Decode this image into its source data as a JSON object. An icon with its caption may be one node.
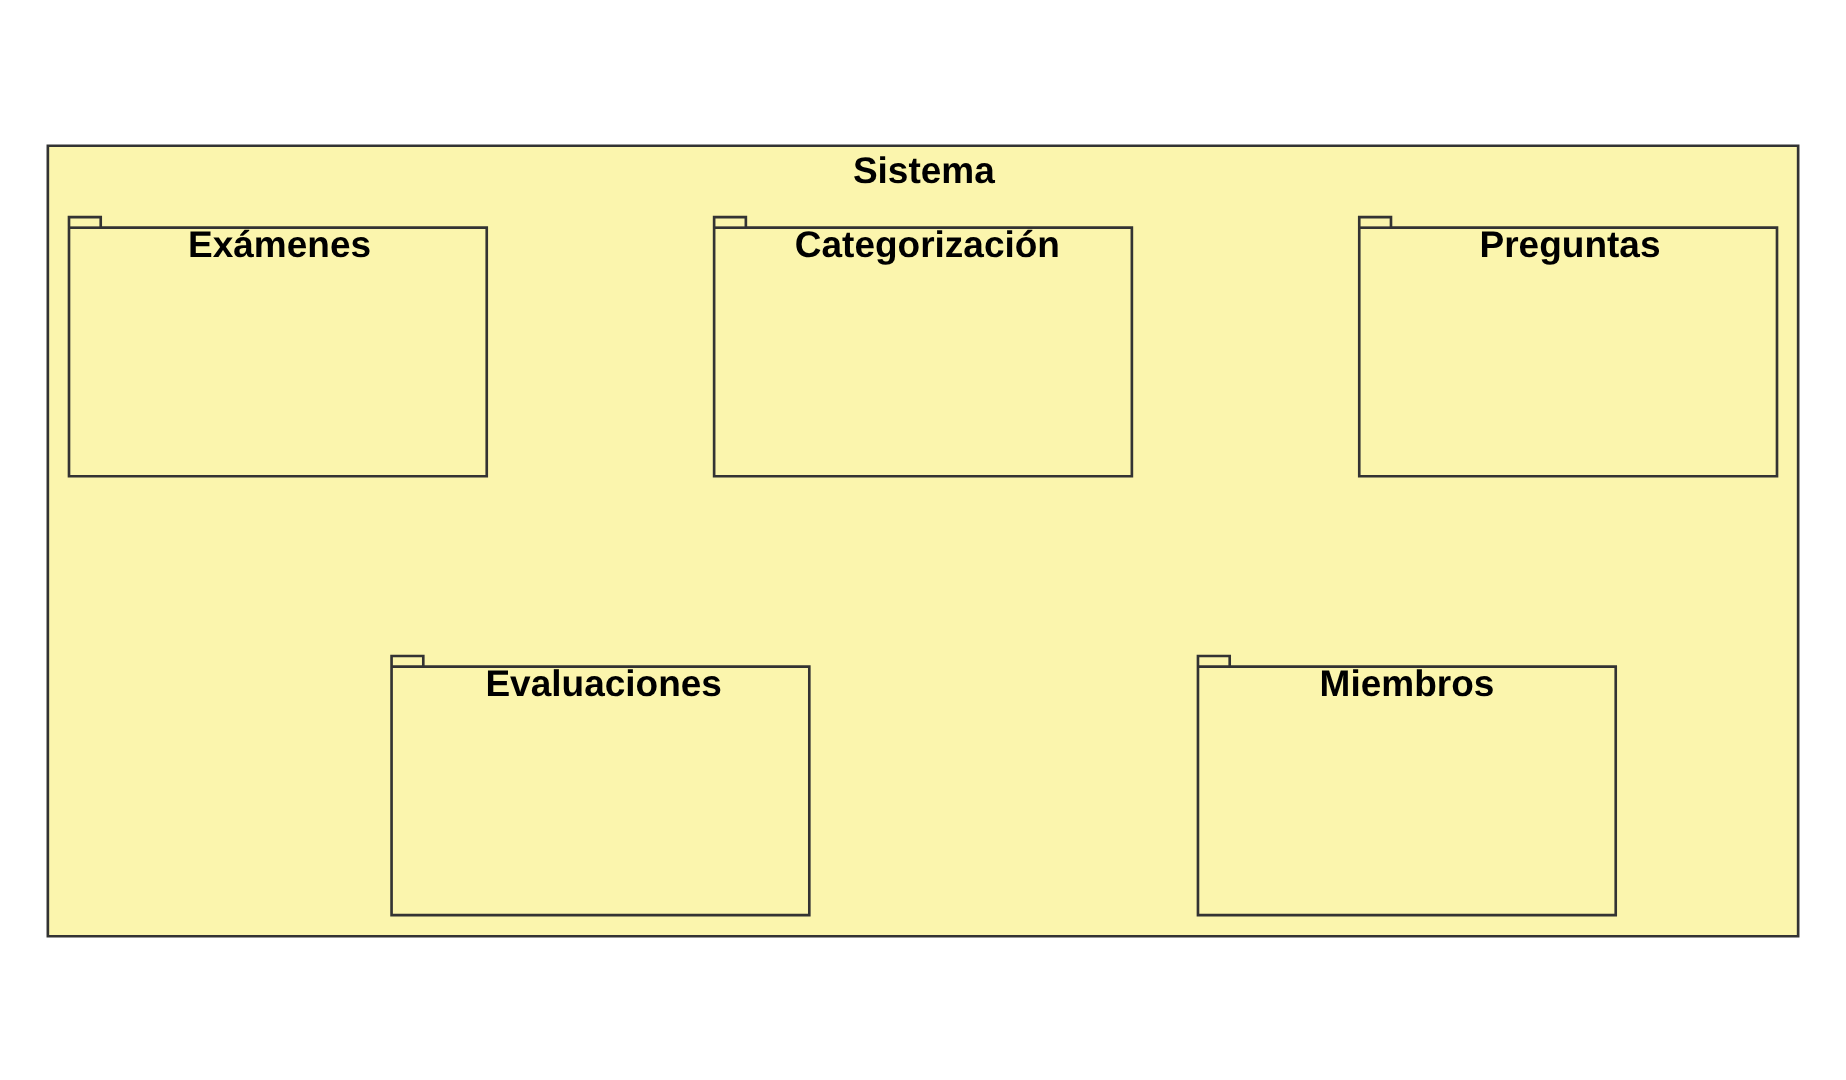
{
  "diagram": {
    "nodes": [
      {
        "text": [
          "Sistema"
        ]
      },
      {
        "text": [
          "Preguntas"
        ],
        "in": 0
      },
      {
        "text": [
          "Categorización"
        ],
        "in": 0
      },
      {
        "text": [
          "Exámenes"
        ],
        "in": 0
      },
      {
        "text": [
          "Miembros"
        ],
        "in": 0
      },
      {
        "text": [
          "Evaluaciones"
        ],
        "in": 0
      }
    ]
  }
}
